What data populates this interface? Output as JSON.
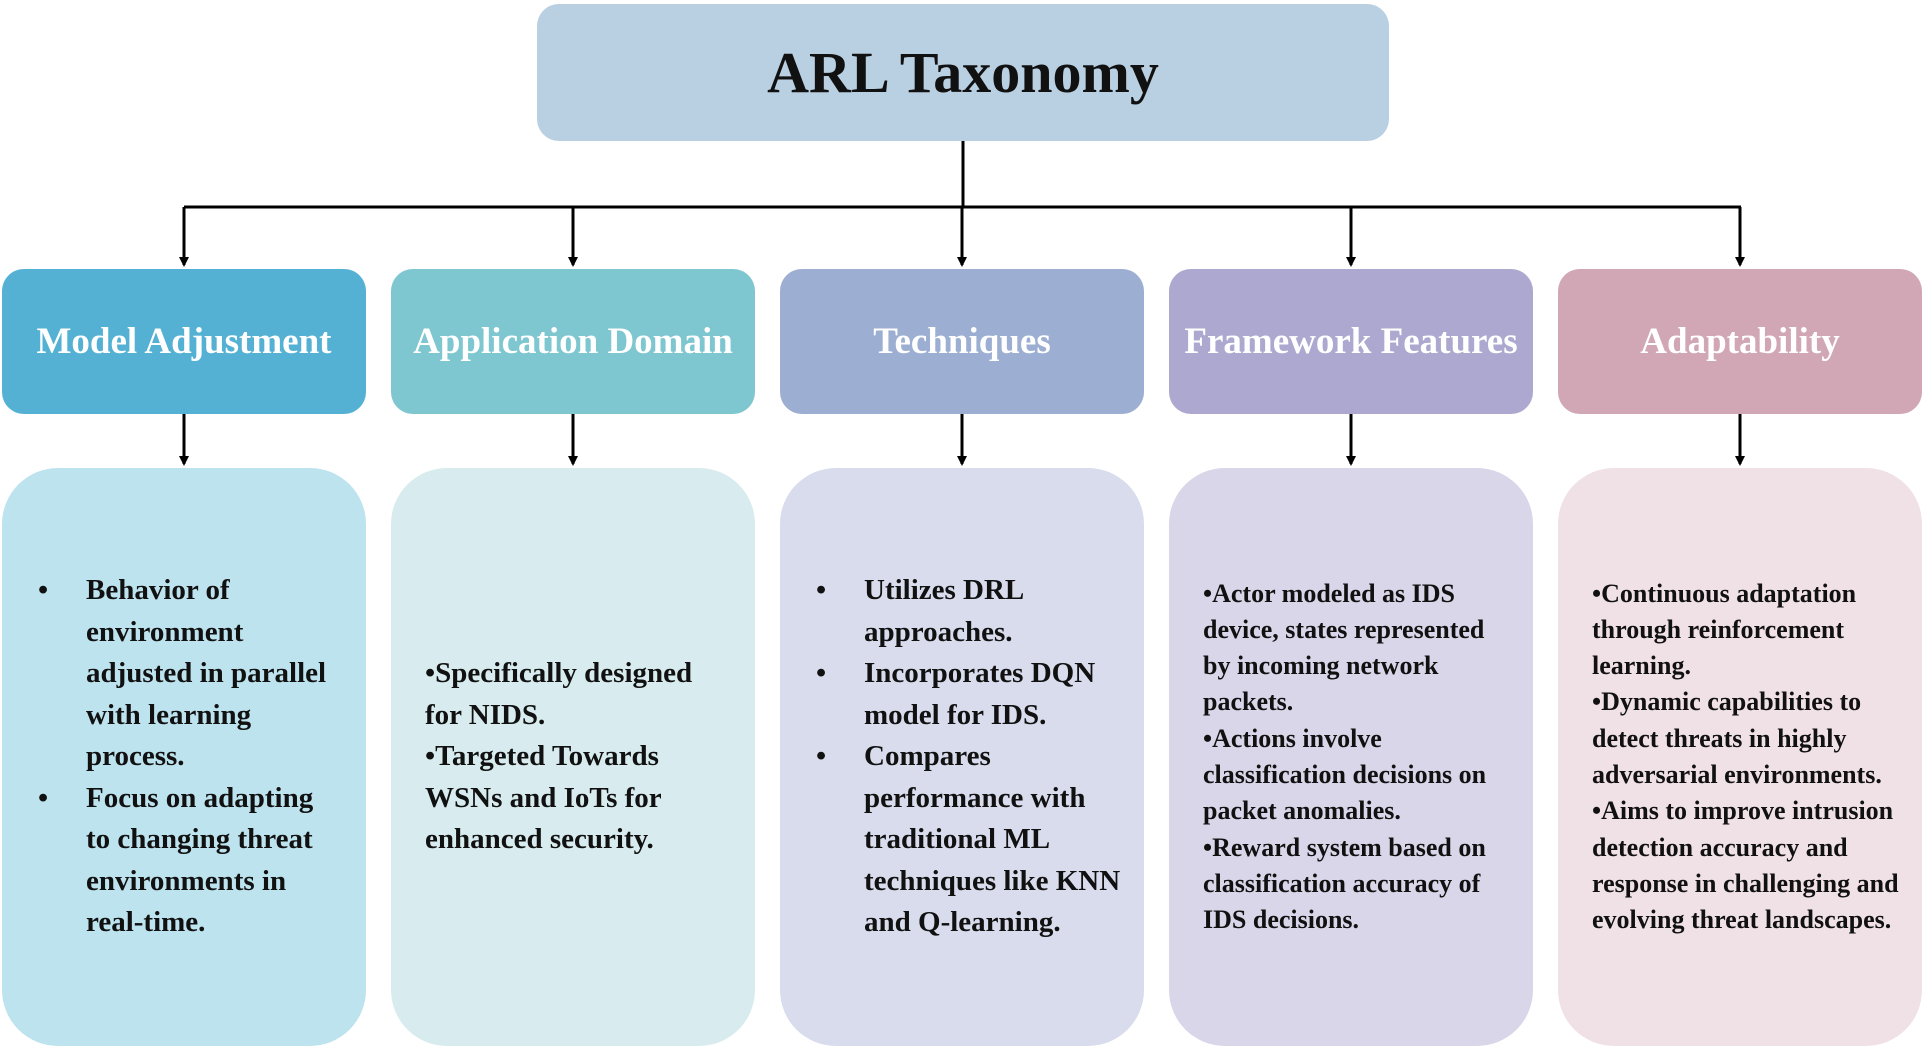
{
  "title": "ARL Taxonomy",
  "categories": [
    {
      "heading": "Model Adjustment",
      "head_color": "#54b1d4",
      "body_color": "#bde3ee",
      "style": "indented",
      "points": [
        "Behavior of environment adjusted in parallel with learning process.",
        "Focus on adapting to changing threat environments in real-time."
      ]
    },
    {
      "heading": "Application Domain",
      "head_color": "#7ec6d0",
      "body_color": "#d8ecef",
      "style": "inline",
      "points": [
        "Specifically designed for NIDS.",
        "Targeted Towards WSNs and IoTs for enhanced security."
      ]
    },
    {
      "heading": "Techniques",
      "head_color": "#9caed1",
      "body_color": "#d8dcec",
      "style": "indented",
      "points": [
        "Utilizes DRL approaches.",
        "Incorporates DQN model for IDS.",
        "Compares performance with traditional ML techniques like KNN and Q-learning."
      ]
    },
    {
      "heading": "Framework Features",
      "head_color": "#ada8cf",
      "body_color": "#d8d6e8",
      "style": "inline",
      "points": [
        "Actor modeled as IDS device, states represented by incoming network packets.",
        "Actions involve classification decisions on packet anomalies.",
        "Reward system based on classification accuracy of IDS decisions."
      ]
    },
    {
      "heading": "Adaptability",
      "head_color": "#d1a7b6",
      "body_color": "#f0e1e7",
      "style": "inline",
      "points": [
        "Continuous adaptation through reinforcement learning.",
        "Dynamic capabilities to detect threats in highly adversarial environments.",
        "Aims to improve intrusion detection accuracy and response in challenging and evolving threat landscapes."
      ]
    }
  ]
}
